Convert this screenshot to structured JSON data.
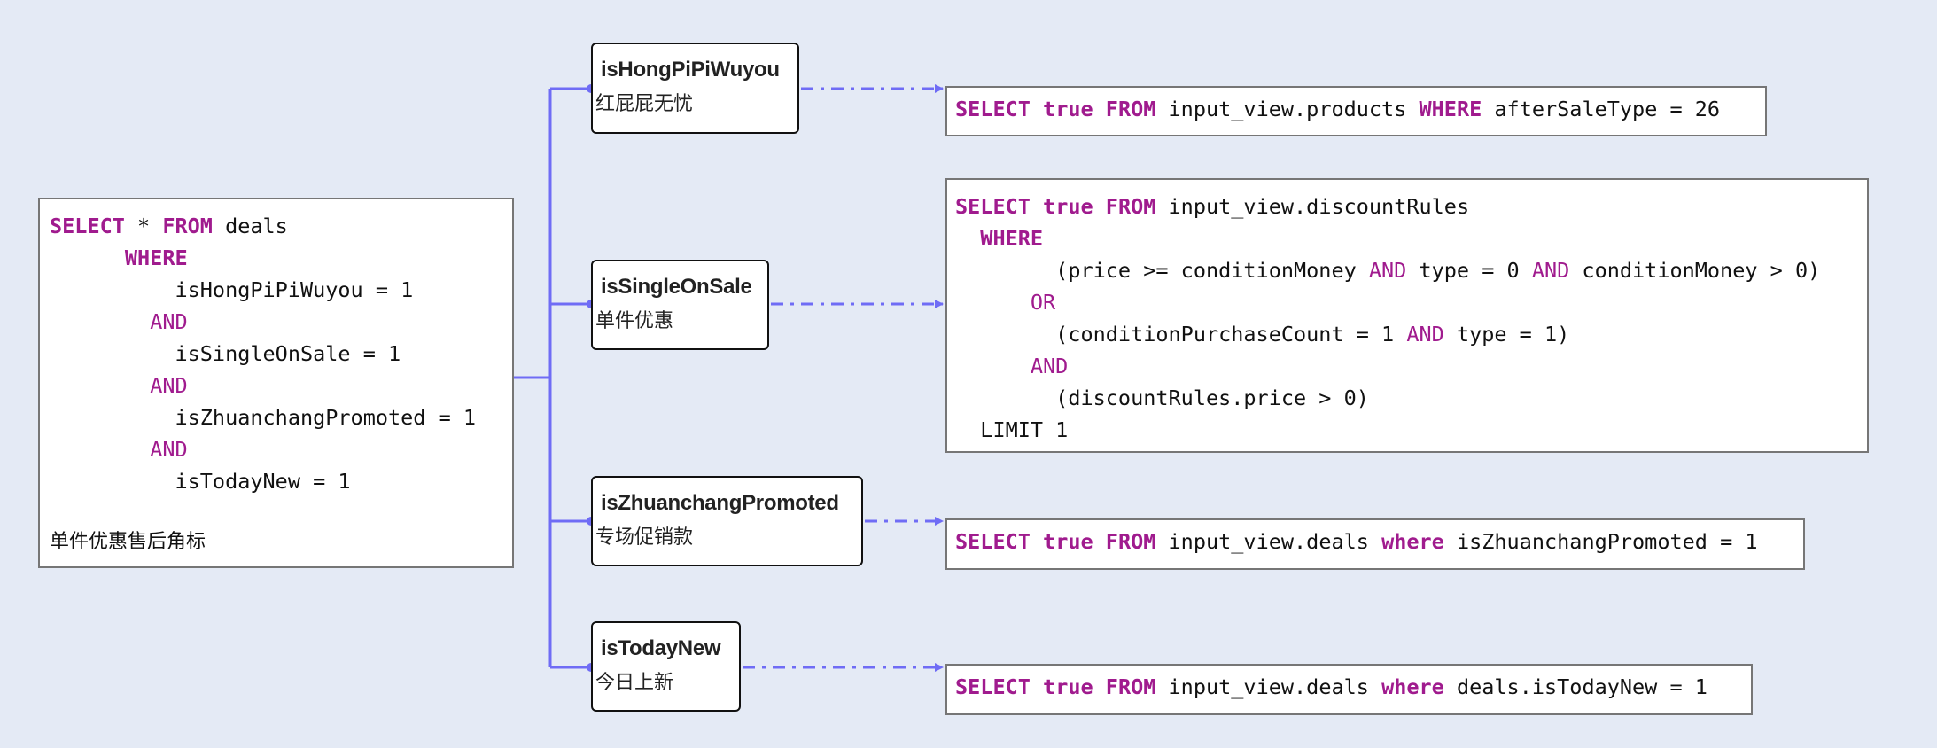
{
  "colors": {
    "background": "#e4eaf5",
    "connector": "#6f6cf5",
    "keyword": "#a01b8e",
    "text": "#111111"
  },
  "main_query": {
    "lines": [
      {
        "parts": [
          {
            "t": "SELECT",
            "k": "kw"
          },
          {
            "t": " * "
          },
          {
            "t": "FROM",
            "k": "kw"
          },
          {
            "t": " deals"
          }
        ]
      },
      {
        "parts": [
          {
            "t": "      "
          },
          {
            "t": "WHERE",
            "k": "kw"
          }
        ]
      },
      {
        "parts": [
          {
            "t": "          isHongPiPiWuyou = 1"
          }
        ]
      },
      {
        "parts": [
          {
            "t": "        "
          },
          {
            "t": "AND",
            "k": "kw2"
          }
        ]
      },
      {
        "parts": [
          {
            "t": "          isSingleOnSale = 1"
          }
        ]
      },
      {
        "parts": [
          {
            "t": "        "
          },
          {
            "t": "AND",
            "k": "kw2"
          }
        ]
      },
      {
        "parts": [
          {
            "t": "          isZhuanchangPromoted = 1"
          }
        ]
      },
      {
        "parts": [
          {
            "t": "        "
          },
          {
            "t": "AND",
            "k": "kw2"
          }
        ]
      },
      {
        "parts": [
          {
            "t": "          isTodayNew = 1"
          }
        ]
      }
    ],
    "caption": "单件优惠售后角标"
  },
  "nodes": [
    {
      "title": "isHongPiPiWuyou",
      "subtitle": "红屁屁无忧"
    },
    {
      "title": "isSingleOnSale",
      "subtitle": "单件优惠"
    },
    {
      "title": "isZhuanchangPromoted",
      "subtitle": "专场促销款"
    },
    {
      "title": "isTodayNew",
      "subtitle": "今日上新"
    }
  ],
  "sql_boxes": [
    {
      "lines": [
        {
          "parts": [
            {
              "t": "SELECT",
              "k": "kw"
            },
            {
              "t": " "
            },
            {
              "t": "true",
              "k": "kw"
            },
            {
              "t": " "
            },
            {
              "t": "FROM",
              "k": "kw"
            },
            {
              "t": " input_view.products "
            },
            {
              "t": "WHERE",
              "k": "kw"
            },
            {
              "t": " afterSaleType = 26"
            }
          ]
        }
      ]
    },
    {
      "lines": [
        {
          "parts": [
            {
              "t": "SELECT",
              "k": "kw"
            },
            {
              "t": " "
            },
            {
              "t": "true",
              "k": "kw"
            },
            {
              "t": " "
            },
            {
              "t": "FROM",
              "k": "kw"
            },
            {
              "t": " input_view.discountRules"
            }
          ]
        },
        {
          "parts": [
            {
              "t": "  "
            },
            {
              "t": "WHERE",
              "k": "kw"
            }
          ]
        },
        {
          "parts": [
            {
              "t": "        (price >= conditionMoney "
            },
            {
              "t": "AND",
              "k": "kw2"
            },
            {
              "t": " type = 0 "
            },
            {
              "t": "AND",
              "k": "kw2"
            },
            {
              "t": " conditionMoney > 0)"
            }
          ]
        },
        {
          "parts": [
            {
              "t": "      "
            },
            {
              "t": "OR",
              "k": "kw2"
            }
          ]
        },
        {
          "parts": [
            {
              "t": "        (conditionPurchaseCount = 1 "
            },
            {
              "t": "AND",
              "k": "kw2"
            },
            {
              "t": " type = 1)"
            }
          ]
        },
        {
          "parts": [
            {
              "t": "      "
            },
            {
              "t": "AND",
              "k": "kw2"
            }
          ]
        },
        {
          "parts": [
            {
              "t": "        (discountRules.price > 0)"
            }
          ]
        },
        {
          "parts": [
            {
              "t": "  LIMIT 1"
            }
          ]
        }
      ]
    },
    {
      "lines": [
        {
          "parts": [
            {
              "t": "SELECT",
              "k": "kw"
            },
            {
              "t": " "
            },
            {
              "t": "true",
              "k": "kw"
            },
            {
              "t": " "
            },
            {
              "t": "FROM",
              "k": "kw"
            },
            {
              "t": " input_view.deals "
            },
            {
              "t": "where",
              "k": "kw"
            },
            {
              "t": " isZhuanchangPromoted = 1"
            }
          ]
        }
      ]
    },
    {
      "lines": [
        {
          "parts": [
            {
              "t": "SELECT",
              "k": "kw"
            },
            {
              "t": " "
            },
            {
              "t": "true",
              "k": "kw"
            },
            {
              "t": " "
            },
            {
              "t": "FROM",
              "k": "kw"
            },
            {
              "t": " input_view.deals "
            },
            {
              "t": "where",
              "k": "kw"
            },
            {
              "t": " deals.isTodayNew = 1"
            }
          ]
        }
      ]
    }
  ]
}
